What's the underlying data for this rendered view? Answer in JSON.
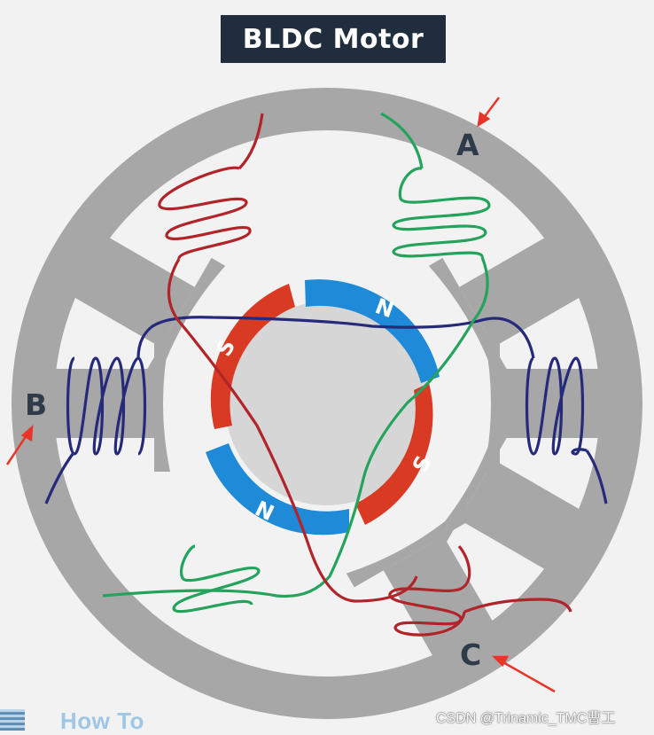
{
  "title": "BLDC Motor",
  "phases": {
    "a": "A",
    "b": "B",
    "c": "C"
  },
  "rotor_poles": [
    {
      "label": "N",
      "color": "#1f8ad8"
    },
    {
      "label": "S",
      "color": "#d93a23"
    },
    {
      "label": "N",
      "color": "#1f8ad8"
    },
    {
      "label": "S",
      "color": "#d93a23"
    }
  ],
  "colors": {
    "stator": "#a7a7a7",
    "rotor_core": "#d6d6d6",
    "phase_a": "#23a35c",
    "phase_b": "#262a7a",
    "phase_c": "#b0242a",
    "arrow": "#e8352a"
  },
  "footer": {
    "howto": "How To",
    "watermark": "CSDN @Trinamic_TMC曹工"
  }
}
